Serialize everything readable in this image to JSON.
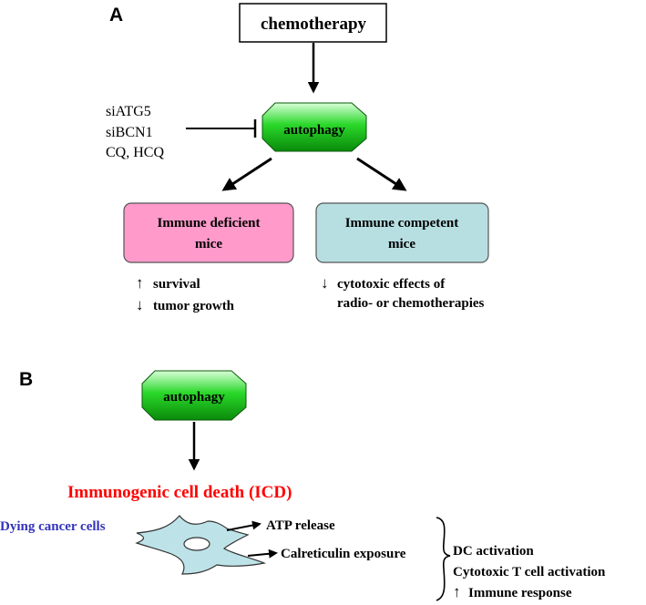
{
  "panel_a": {
    "label": "A",
    "chemotherapy": "chemotherapy",
    "autophagy": "autophagy",
    "inhibitors": [
      "siATG5",
      "siBCN1",
      "CQ, HCQ"
    ],
    "immune_deficient": [
      "Immune deficient",
      "mice"
    ],
    "immune_competent": [
      "Immune competent",
      "mice"
    ],
    "deficient_outcomes": [
      {
        "arrow": "↑",
        "text": "survival"
      },
      {
        "arrow": "↓",
        "text": "tumor growth"
      }
    ],
    "competent_outcome": {
      "arrow": "↓",
      "line1": "cytotoxic effects of",
      "line2": "radio- or chemotherapies"
    }
  },
  "panel_b": {
    "label": "B",
    "autophagy": "autophagy",
    "icd": "Immunogenic cell death (ICD)",
    "dying_cells": "Dying cancer cells",
    "atp": "ATP release",
    "calreticulin": "Calreticulin exposure",
    "dc_activation": "DC activation",
    "t_cell": "Cytotoxic T cell activation",
    "immune_response": {
      "arrow": "↑",
      "text": "Immune response"
    }
  },
  "colors": {
    "octagon_fill": "#16c216",
    "octagon_light": "#c8ffc8",
    "deficient_fill": "#ff9acb",
    "competent_fill": "#b7dfe2",
    "cell_fill": "#bde3e8",
    "icd_red": "#ff0000",
    "dying_blue": "#3333bb"
  }
}
